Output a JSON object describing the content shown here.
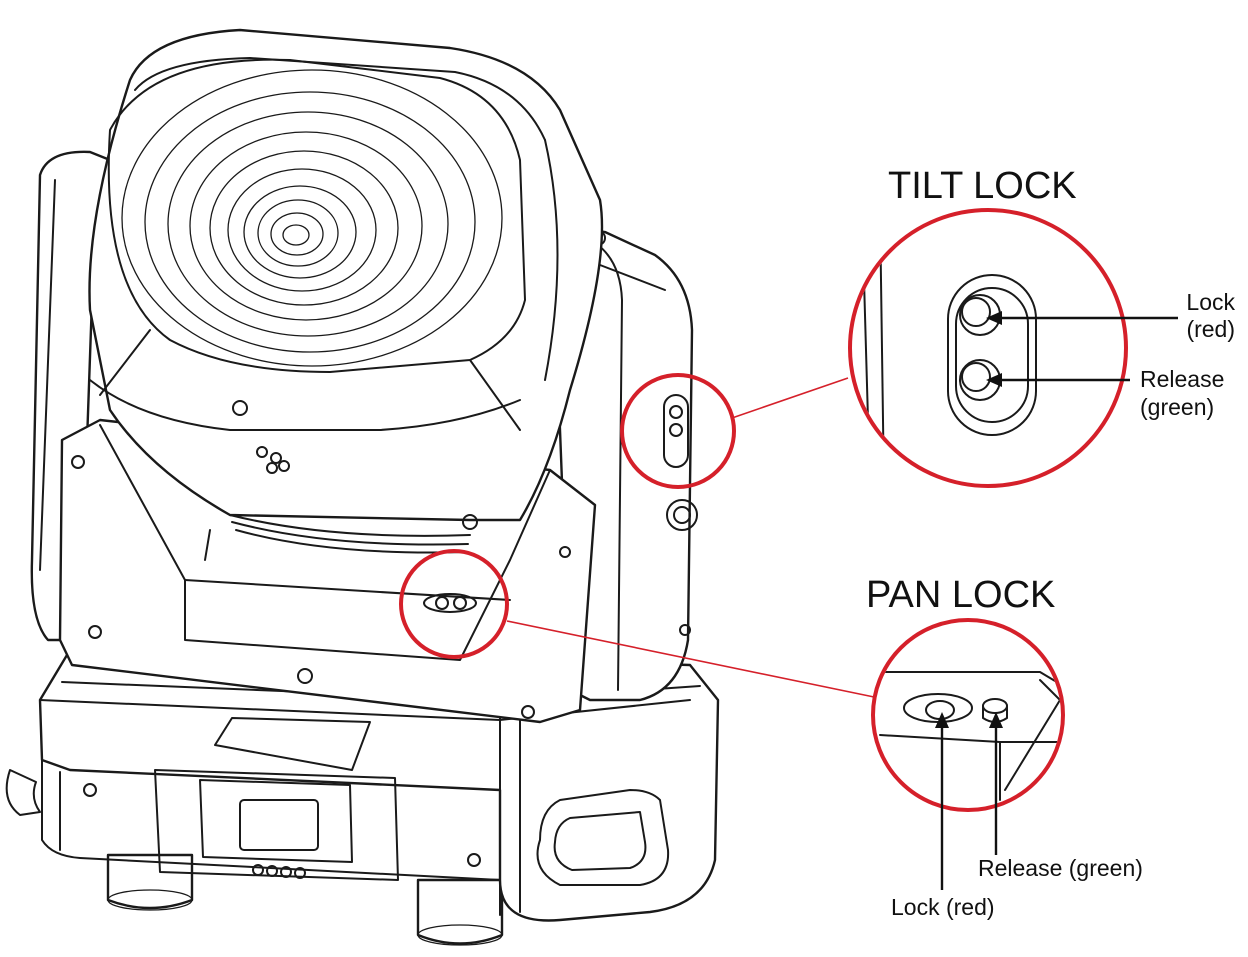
{
  "labels": {
    "tilt_lock": "TILT LOCK",
    "pan_lock": "PAN LOCK",
    "tilt_lock_red_1": "Lock",
    "tilt_lock_red_2": "(red)",
    "tilt_release_1": "Release",
    "tilt_release_2": "(green)",
    "pan_release": "Release (green)",
    "pan_lock_red": "Lock (red)"
  },
  "colors": {
    "callout_red": "#d5202a",
    "line_art": "#1a1a1a",
    "background": "#ffffff"
  }
}
